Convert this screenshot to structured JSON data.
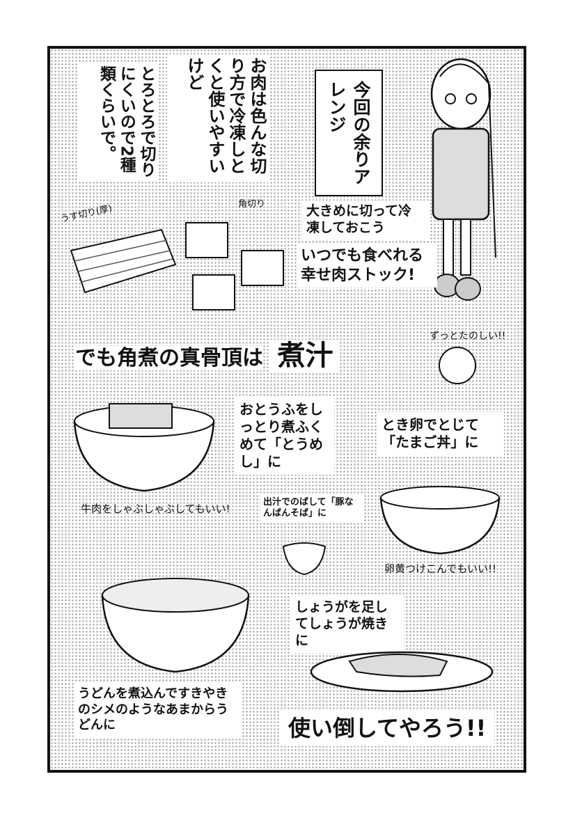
{
  "page": {
    "narration_meat": "お肉は色んな切り方で冷凍しとくと使いやすいけど",
    "narration_two_kinds": "とろとろで切りにくいので2種類くらいで。",
    "speech_bubble": "今回の余りアレンジ",
    "label_thin_slice": "うす切り(厚)",
    "label_cube": "角切り",
    "tip_freeze": "大きめに切って冷凍しておこう",
    "tip_stock": "いつでも食べれる幸せ肉ストック!",
    "headline_prefix": "でも角煮の真骨頂は",
    "headline_emphasis": "煮汁",
    "character_shout": "ずっとたのしい!!",
    "arrange_tofu": "おとうふをしっとり煮ふくめて「とうめし」に",
    "arrange_egg": "とき卵でとじて「たまご丼」に",
    "note_beef": "牛肉をしゃぶしゃぶしてもいい!",
    "arrange_soba": "出汁でのばして「豚なんばんそば」に",
    "note_yolk": "卵黄つけこんでもいい!!",
    "arrange_ginger": "しょうがを足してしょうが焼きに",
    "arrange_udon": "うどんを煮込んですきやきのシメのようなあまからうどんに",
    "closing": "使い倒してやろう!!"
  }
}
